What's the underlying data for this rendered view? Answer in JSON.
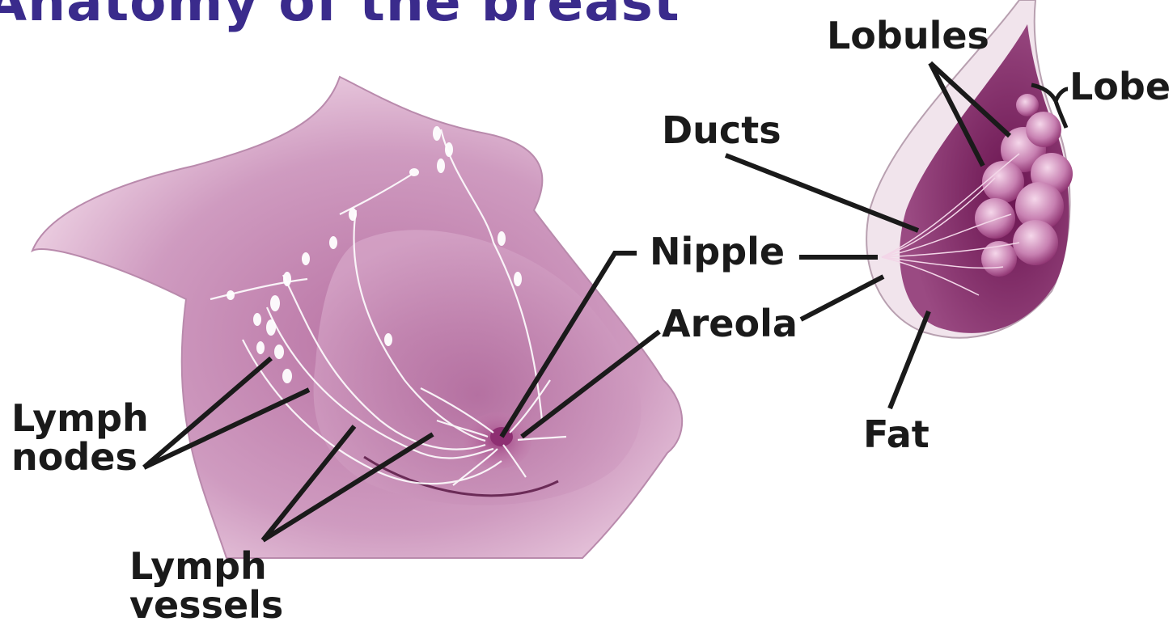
{
  "title": "Anatomy of the breast",
  "colors": {
    "title": "#3a2b8c",
    "skin_light": "#e9c5dc",
    "skin_mid": "#c98cb5",
    "tissue_dark": "#7c1f5c",
    "leader_line": "#1a1a1a",
    "lymph": "#ffffff"
  },
  "labels": {
    "lobules": "Lobules",
    "lobe": "Lobe",
    "ducts": "Ducts",
    "nipple": "Nipple",
    "areola": "Areola",
    "fat": "Fat",
    "lymph_nodes_1": "Lymph",
    "lymph_nodes_2": "nodes",
    "lymph_vessels_1": "Lymph",
    "lymph_vessels_2": "vessels"
  }
}
